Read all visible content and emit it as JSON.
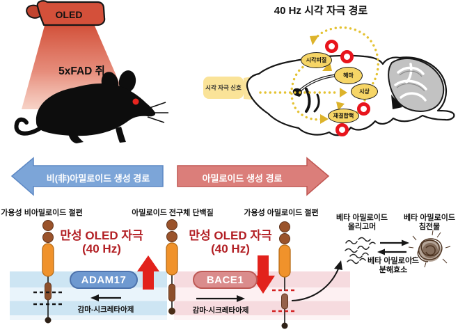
{
  "top_left": {
    "oled_label": "OLED",
    "subject_label": "5xFAD 쥐"
  },
  "visual_pathway": {
    "title": "40 Hz 시각 자극 경로",
    "signal_label": "시각 자극 신호",
    "regions": {
      "visual_cortex": "시각피질",
      "hippocampus": "해마",
      "thalamus": "시상",
      "nucleus_reuniens": "재결합핵"
    }
  },
  "pathway_banners": {
    "non_amyloid_label": "비(非)아밀로이드 생성 경로",
    "amyloid_label": "아밀로이드 생성 경로"
  },
  "cleavage": {
    "header_left": "가용성 비아밀로이드 절편",
    "header_center": "아밀로이드 전구체 단백질",
    "header_right": "가용성 아밀로이드 절편",
    "stimulus_left": {
      "line1": "만성 OLED 자극",
      "line2": "(40 Hz)"
    },
    "stimulus_right": {
      "line1": "만성 OLED 자극",
      "line2": "(40 Hz)"
    },
    "enzyme_up": "ADAM17",
    "enzyme_down": "BACE1",
    "gamma_left": "감마-시크레타아제",
    "gamma_right": "감마-시크레타아제"
  },
  "aggregation": {
    "oligomer": {
      "line1": "베타 아밀로이드",
      "line2": "올리고머"
    },
    "plaque": {
      "line1": "베타 아밀로이드",
      "line2": "침전물"
    },
    "degrader": {
      "line1": "베타 아밀로이드",
      "line2": "분해효소"
    }
  },
  "colors": {
    "oled_red": "#d4503a",
    "stimulus_text_red": "#b21e23",
    "ring_red": "#e8141c",
    "region_yellow": "#f6d566",
    "signal_yellow": "#fae398",
    "non_amyloid_blue": "#7ca5d8",
    "amyloid_pink": "#db7e7a",
    "adam17_blue": "#6e99d0",
    "bace1_pink": "#da8c8c",
    "membrane_blue": "#cde5f3",
    "membrane_pink": "#f6dbdf",
    "big_arrow_red": "#e2221c"
  }
}
